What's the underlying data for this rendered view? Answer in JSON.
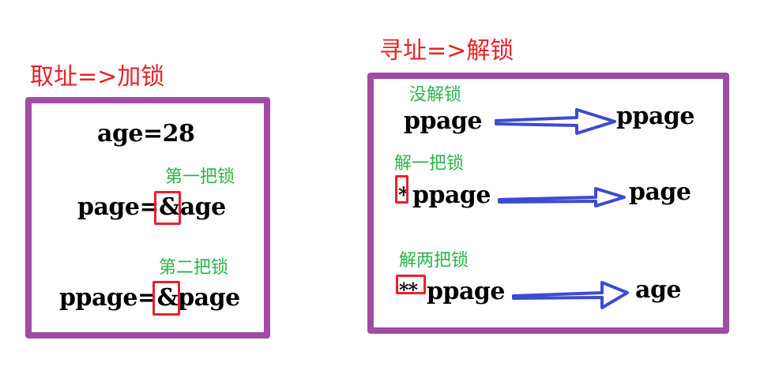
{
  "left_panel": {
    "title": "取址=>加锁",
    "lines": [
      {
        "text": "age=28"
      },
      {
        "lock_label": "第一把锁",
        "prefix": "page=",
        "highlight": "&",
        "suffix": "age"
      },
      {
        "lock_label": "第二把锁",
        "prefix": "ppage=",
        "highlight": "&",
        "suffix": "page"
      }
    ]
  },
  "right_panel": {
    "title": "寻址=>解锁",
    "rows": [
      {
        "lock_label": "没解锁",
        "highlight": "",
        "expr": "ppage",
        "result": "ppage"
      },
      {
        "lock_label": "解一把锁",
        "highlight": "*",
        "expr": "ppage",
        "result": "page"
      },
      {
        "lock_label": "解两把锁",
        "highlight": "**",
        "expr": "ppage",
        "result": "age"
      }
    ]
  },
  "colors": {
    "title": "#e8212a",
    "frame": "#a04ba4",
    "lock_label": "#2bb34a",
    "highlight_box": "#e8212a",
    "arrow": "#3d4bd0"
  }
}
